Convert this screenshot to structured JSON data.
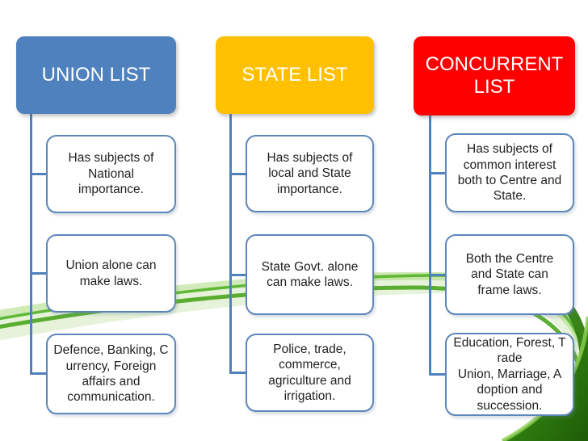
{
  "slide": {
    "columns": [
      {
        "id": "union-list",
        "header": {
          "label": "UNION LIST",
          "color": "#4e81bd"
        },
        "items": [
          {
            "text": "Has subjects of\nNational\nimportance."
          },
          {
            "text": "Union alone can\nmake laws."
          },
          {
            "text": "Defence, Banking, C\nurrency, Foreign\naffairs and\ncommunication."
          }
        ]
      },
      {
        "id": "state-list",
        "header": {
          "label": "STATE LIST",
          "color": "#ffc000"
        },
        "items": [
          {
            "text": "Has subjects of\nlocal and State\nimportance."
          },
          {
            "text": "State Govt. alone\ncan make laws."
          },
          {
            "text": "Police, trade,\ncommerce,\nagriculture and\nirrigation."
          }
        ]
      },
      {
        "id": "concurrent-list",
        "header": {
          "label": "CONCURRENT LIST",
          "color": "#fe0000"
        },
        "items": [
          {
            "text": "Has subjects of\ncommon interest\nboth to Centre and\nState."
          },
          {
            "text": "Both the Centre\nand State can\nframe laws."
          },
          {
            "text": "Education, Forest, T\nrade\nUnion, Marriage, A\ndoption and\nsuccession."
          }
        ]
      }
    ],
    "style_colors": {
      "connector_blue": "#4f81bd",
      "item_border_blue": "#5d87ba",
      "item_text": "#1f1f1f",
      "header_text": "#ffffff",
      "swoosh_bright_green": "#4aa51e",
      "swoosh_light_green": "#a9d87f",
      "swoosh_dark_green": "#1e5b06",
      "background": "#ffffff"
    }
  }
}
